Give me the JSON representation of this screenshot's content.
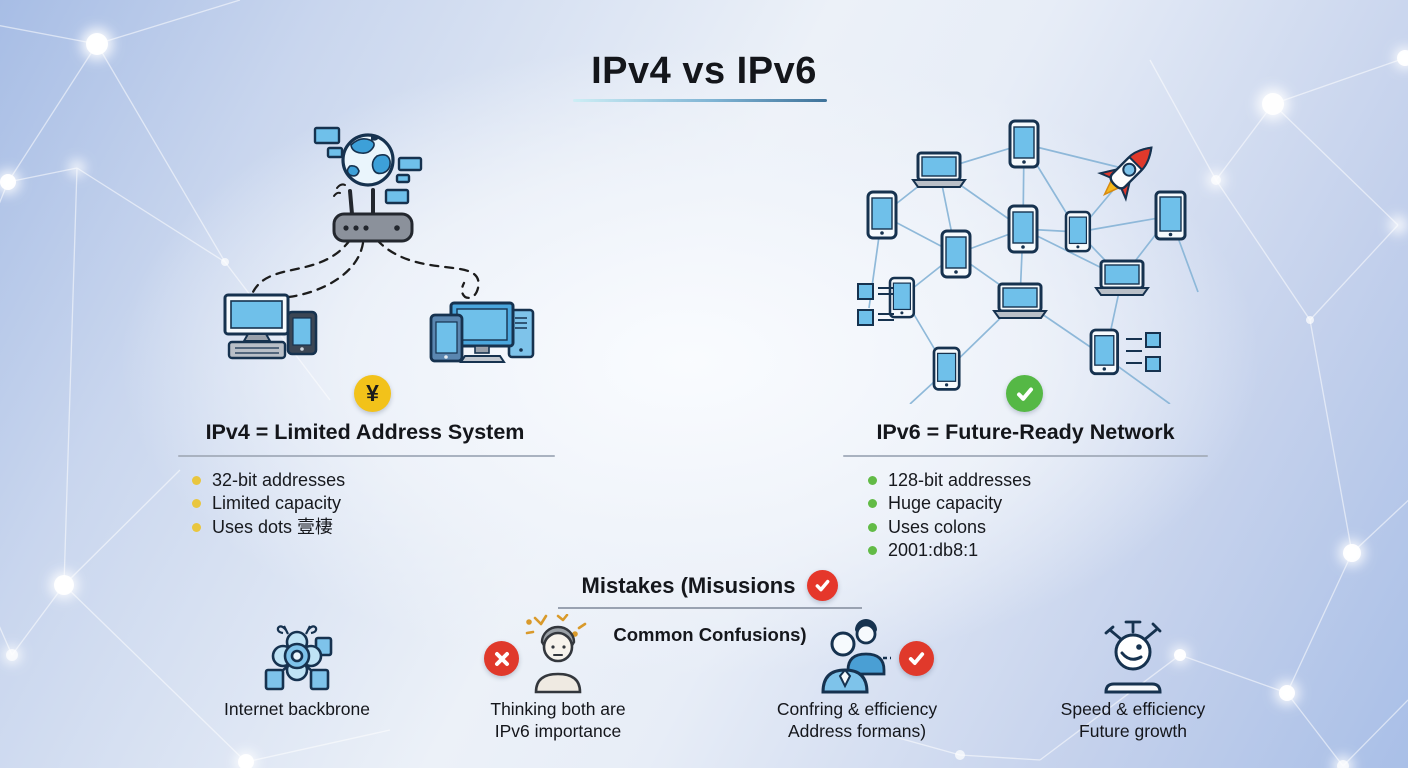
{
  "title": "IPv4 vs IPv6",
  "ipv4": {
    "heading": "IPv4 = Limited Address System",
    "badge_symbol": "¥",
    "bullets": [
      "32-bit addresses",
      "Limited capacity",
      "Uses dots 壹棲"
    ]
  },
  "ipv6": {
    "heading": "IPv6 = Future-Ready Network",
    "bullets": [
      "128-bit addresses",
      "Huge capacity",
      "Uses colons",
      "2001:db8:1"
    ]
  },
  "mistakes": {
    "heading": "Mistakes (Misusions",
    "subheading": "Common Confusions)"
  },
  "footer": {
    "items": [
      {
        "line1": "Internet backbrone",
        "line2": ""
      },
      {
        "line1": "Thinking both are",
        "line2": "IPv6 importance"
      },
      {
        "line1": "Confring & efficiency",
        "line2": "Address formans)"
      },
      {
        "line1": "Speed & efficiency",
        "line2": "Future growth"
      }
    ]
  },
  "icons": {
    "left_illustration": "globe-router-devices",
    "right_illustration": "mesh-network-rocket",
    "badges": [
      "yen-badge",
      "green-check-badge",
      "red-check-badge",
      "red-x-badge"
    ],
    "footer": [
      "network-hub-icon",
      "thinking-person-icon",
      "people-icon",
      "robot-smiley-icon"
    ]
  },
  "colors": {
    "background_corner": "#a7bde5",
    "background_center": "#f7f9fc",
    "device_screen": "#6fc0ea",
    "outline": "#16324f",
    "ipv4_bullet": "#e9c63e",
    "ipv6_bullet": "#62bb46",
    "yen_badge": "#f2c21a",
    "green_badge": "#55b845",
    "red_badge": "#e0392b",
    "mesh_line": "#8ab6d8",
    "underline_start": "#cdeef5",
    "underline_end": "#3e7299"
  }
}
